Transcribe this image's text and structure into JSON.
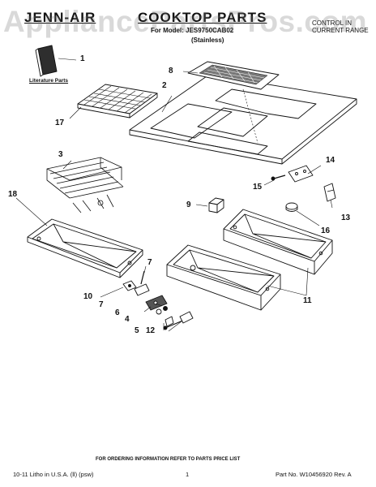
{
  "header": {
    "brand": "JENN-AIR",
    "title": "COOKTOP PARTS",
    "model": "For Model: JES9750CAB02",
    "variant": "(Stainless)",
    "country_line1": "CONTROL IN",
    "country_line2": "CURRENT RANGE"
  },
  "watermark": "AppliancePartsPros.com",
  "literature_label": "Literature Parts",
  "callouts": [
    "1",
    "2",
    "3",
    "4",
    "5",
    "6",
    "7",
    "8",
    "9",
    "10",
    "11",
    "12",
    "13",
    "14",
    "15",
    "16",
    "17",
    "18"
  ],
  "footer": {
    "note": "FOR ORDERING INFORMATION REFER TO PARTS PRICE LIST",
    "litho": "10-11 Litho in U.S.A. (ll) (psw)",
    "page": "1",
    "part_no": "Part No. W10456920 Rev. A"
  }
}
